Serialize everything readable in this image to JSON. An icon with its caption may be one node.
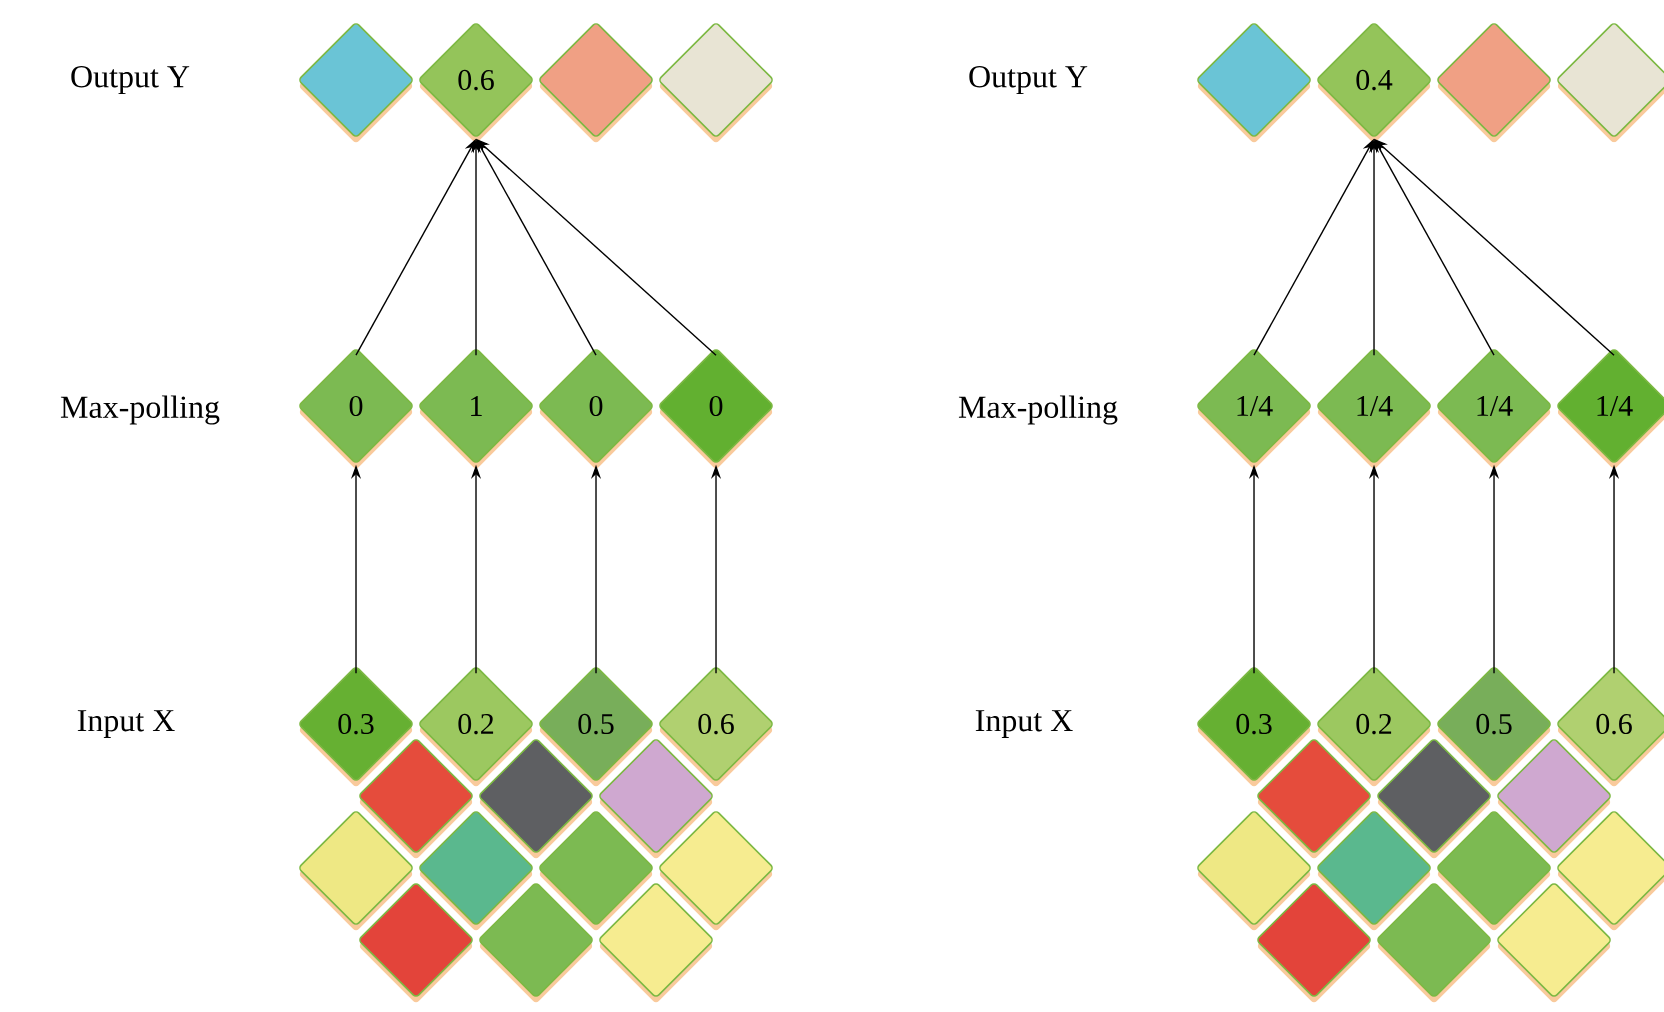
{
  "diagram": {
    "nodes": [
      {
        "text": [],
        "shape": "diamond"
      },
      {
        "text": [
          "0.6"
        ]
      },
      {
        "text": [],
        "shape": "diamond"
      },
      {
        "text": [],
        "shape": "diamond"
      },
      {
        "text": [
          "0"
        ]
      },
      {
        "text": [
          "1"
        ]
      },
      {
        "text": [
          "0"
        ]
      },
      {
        "text": [
          "0"
        ]
      },
      {
        "text": [
          "0.3"
        ]
      },
      {
        "text": [
          "0.2"
        ]
      },
      {
        "text": [
          "0.5"
        ]
      },
      {
        "text": [
          "0.6"
        ]
      },
      {
        "text": [],
        "shape": "diamond"
      },
      {
        "text": [],
        "shape": "diamond"
      },
      {
        "text": [],
        "shape": "diamond"
      },
      {
        "text": [],
        "shape": "diamond"
      },
      {
        "text": [],
        "shape": "diamond"
      },
      {
        "text": [],
        "shape": "diamond"
      },
      {
        "text": [],
        "shape": "diamond"
      },
      {
        "text": [],
        "shape": "diamond"
      },
      {
        "text": [],
        "shape": "diamond"
      },
      {
        "text": [],
        "shape": "diamond"
      },
      {
        "text": [],
        "shape": "diamond"
      },
      {
        "text": [
          "0.4"
        ]
      },
      {
        "text": [],
        "shape": "diamond"
      },
      {
        "text": [],
        "shape": "diamond"
      },
      {
        "text": [
          "1/4"
        ]
      },
      {
        "text": [
          "1/4"
        ]
      },
      {
        "text": [
          "1/4"
        ]
      },
      {
        "text": [
          "1/4"
        ]
      },
      {
        "text": [
          "0.3"
        ]
      },
      {
        "text": [
          "0.2"
        ]
      },
      {
        "text": [
          "0.5"
        ]
      },
      {
        "text": [
          "0.6"
        ]
      },
      {
        "text": [],
        "shape": "diamond"
      },
      {
        "text": [],
        "shape": "diamond"
      },
      {
        "text": [],
        "shape": "diamond"
      },
      {
        "text": [],
        "shape": "diamond"
      },
      {
        "text": [],
        "shape": "diamond"
      },
      {
        "text": [],
        "shape": "diamond"
      },
      {
        "text": [],
        "shape": "diamond"
      },
      {
        "text": [],
        "shape": "diamond"
      },
      {
        "text": [],
        "shape": "diamond"
      },
      {
        "text": [],
        "shape": "diamond"
      }
    ],
    "edges": [
      {
        "from": 4,
        "to": 1,
        "arrow": "to"
      },
      {
        "from": 5,
        "to": 1,
        "arrow": "to"
      },
      {
        "from": 6,
        "to": 1,
        "arrow": "to"
      },
      {
        "from": 7,
        "to": 1,
        "arrow": "to"
      },
      {
        "from": 8,
        "to": 4,
        "arrow": "to"
      },
      {
        "from": 9,
        "to": 5,
        "arrow": "to"
      },
      {
        "from": 10,
        "to": 6,
        "arrow": "to"
      },
      {
        "from": 11,
        "to": 7,
        "arrow": "to"
      },
      {
        "from": 26,
        "to": 23,
        "arrow": "to"
      },
      {
        "from": 27,
        "to": 23,
        "arrow": "to"
      },
      {
        "from": 28,
        "to": 23,
        "arrow": "to"
      },
      {
        "from": 29,
        "to": 23,
        "arrow": "to"
      },
      {
        "from": 30,
        "to": 26,
        "arrow": "to"
      },
      {
        "from": 31,
        "to": 27,
        "arrow": "to"
      },
      {
        "from": 32,
        "to": 28,
        "arrow": "to"
      },
      {
        "from": 33,
        "to": 29,
        "arrow": "to"
      }
    ],
    "labels": [
      "Output Y",
      "Max-polling",
      "Input X",
      "Output Y",
      "Max-polling",
      "Input X"
    ]
  }
}
